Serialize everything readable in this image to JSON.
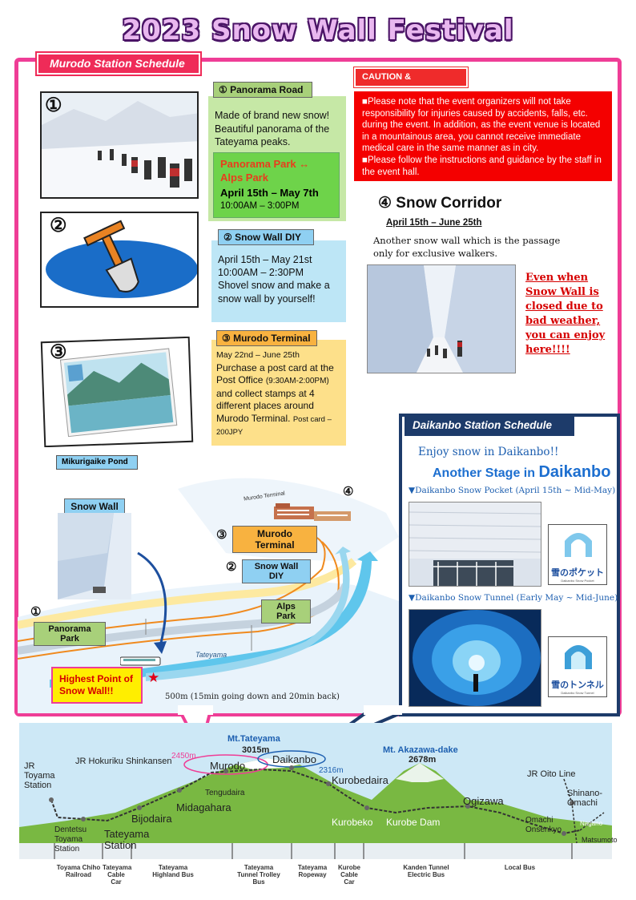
{
  "title": "2023 Snow Wall Festival",
  "murodo": {
    "tab": "Murodo Station Schedule",
    "item1": {
      "num": "①",
      "header": "① Panorama Road",
      "desc": "Made of brand new snow! Beautiful panorama of the Tateyama peaks.",
      "sub_title": "Panorama Park ↔ Alps Park",
      "date": "April 15th – May 7th",
      "time": "10:00AM – 3:00PM"
    },
    "item2": {
      "num": "②",
      "header": "② Snow Wall DIY",
      "date": "April 15th – May 21st",
      "time": "10:00AM – 2:30PM",
      "desc": "Shovel snow and make a snow wall by yourself!"
    },
    "item3": {
      "num": "③",
      "header": "③ Murodo Terminal",
      "date": "May 22nd – June 25th",
      "desc": "Purchase a post card at the Post Office",
      "hours": "(9:30AM-2:00PM)",
      "desc2": "and collect stamps at 4 different places around Murodo Terminal.",
      "price": "Post card – 200JPY"
    }
  },
  "caution": {
    "tab": "CAUTION & DISCLAIMER",
    "p1": "■Please note that the event organizers will not take responsibility for injuries caused by accidents, falls, etc. during the event. In addition, as the event venue is located in a mountainous area, you cannot receive immediate medical care in the same manner as in city.",
    "p2": "■Please follow the instructions and guidance by the staff in the event hall."
  },
  "corridor": {
    "title": "④ Snow Corridor",
    "date": "April 15th – June 25th",
    "desc": "Another snow wall which is the passage only for exclusive walkers.",
    "note": "Even when Snow Wall is closed due to bad weather, you can enjoy here!!!!"
  },
  "map": {
    "mikurigaike": "Mikurigaike Pond",
    "snow_wall": "Snow Wall",
    "num4": "④",
    "num3": "③",
    "num2": "②",
    "num1": "①",
    "murodo_terminal_small": "Murodo Terminal",
    "murodo_terminal": "Murodo Terminal",
    "snow_wall_diy": "Snow Wall DIY",
    "alps_park": "Alps Park",
    "panorama_park": "Panorama Park",
    "tateyama_road": "Tateyama",
    "highest": "Highest Point of Snow Wall!!",
    "distance": "500m (15min going down and 20min back)"
  },
  "daikanbo": {
    "tab": "Daikanbo Station  Schedule",
    "enjoy": "Enjoy snow in Daikanbo!!",
    "another_pre": "Another Stage in ",
    "another_strong": "Daikanbo",
    "pocket": "▼Daikanbo Snow Pocket (April 15th ~ Mid-May)",
    "tunnel": "▼Daikanbo Snow Tunnel (Early May ~ Mid-June)",
    "pocket_logo": "雪のポケット",
    "pocket_logo_sub": "Daikanbo Snow Pocket",
    "tunnel_logo": "雪のトンネル",
    "tunnel_logo_sub": "Daikanbo Snow Tunnel"
  },
  "route": {
    "stations": {
      "jr_toyama": "JR Toyama Station",
      "jr_hokuriku": "JR Hokuriku Shinkansen",
      "dentetsu": "Dentetsu Toyama Station",
      "tateyama": "Tateyama Station",
      "bijodaira": "Bijodaira",
      "midagahara": "Midagahara",
      "tengudaira": "Tengudaira",
      "murodo": "Murodo",
      "murodo_alt": "2450m",
      "mt_tateyama": "Mt.Tateyama",
      "mt_tateyama_alt": "3015m",
      "daikanbo": "Daikanbo",
      "daikanbo_alt": "2316m",
      "kurobedaira": "Kurobedaira",
      "mt_akazawa": "Mt. Akazawa-dake",
      "mt_akazawa_alt": "2678m",
      "kurobeko": "Kurobeko",
      "kurobe_dam": "Kurobe Dam",
      "ogizawa": "Ogizawa",
      "jr_oito": "JR Oito Line",
      "shinano": "Shinano-Omachi",
      "omachi": "Omachi Onsenkyo",
      "nagano": "Nagano",
      "matsumoto": "Matsumoto"
    },
    "segments": [
      "Toyama Chiho Railroad",
      "Tateyama Cable Car",
      "Tateyama Highland Bus",
      "Tateyama Tunnel Trolley Bus",
      "Tateyama Ropeway",
      "Kurobe Cable Car",
      "Kanden Tunnel Electric Bus",
      "Local Bus"
    ]
  }
}
